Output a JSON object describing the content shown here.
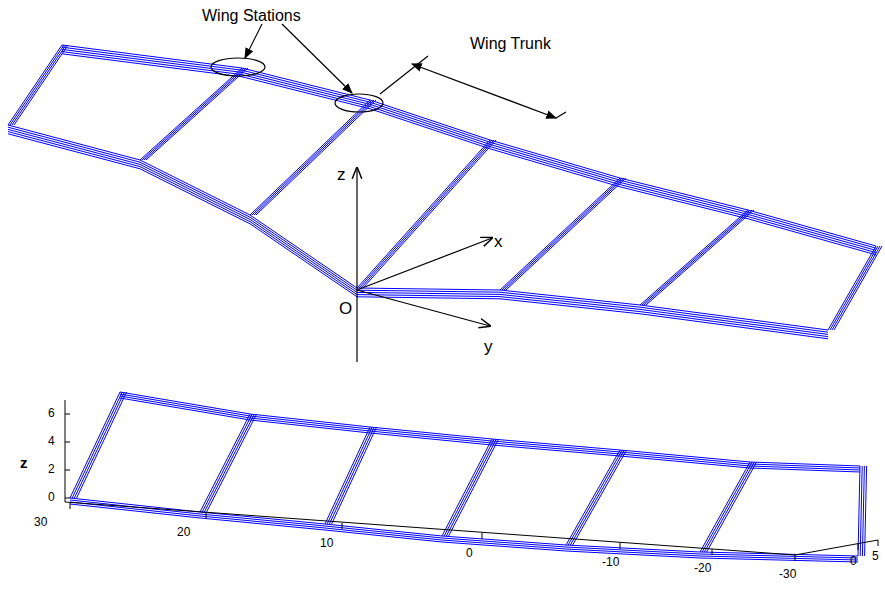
{
  "diagram": {
    "labels": [
      "Wing Stations",
      "Wing Trunk",
      "z",
      "x",
      "O",
      "y",
      "6",
      "4",
      "2",
      "0",
      "z",
      "30",
      "20",
      "10",
      "0",
      "-10",
      "-20",
      "-30",
      "5",
      "0"
    ]
  }
}
